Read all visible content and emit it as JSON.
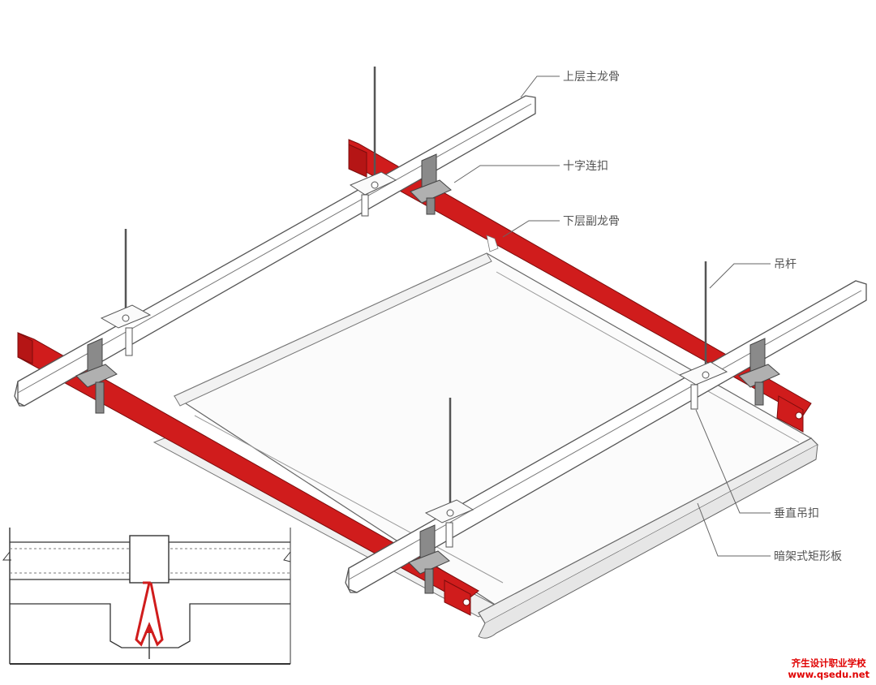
{
  "labels": {
    "main_channel": "上层主龙骨",
    "cross_connector": "十字连扣",
    "sub_channel": "下层副龙骨",
    "hanger_rod": "吊杆",
    "vertical_clip": "垂直吊扣",
    "concealed_panel": "暗架式矩形板"
  },
  "watermark": {
    "line1": "齐生设计职业学校",
    "line2": "www.qsedu.net"
  },
  "colors": {
    "sub_channel_red": "#d01c1c",
    "sub_channel_dark": "#8e0f0f",
    "outline": "#555555",
    "clip_gray": "#8a8a8a",
    "watermark_red": "#e00000"
  }
}
